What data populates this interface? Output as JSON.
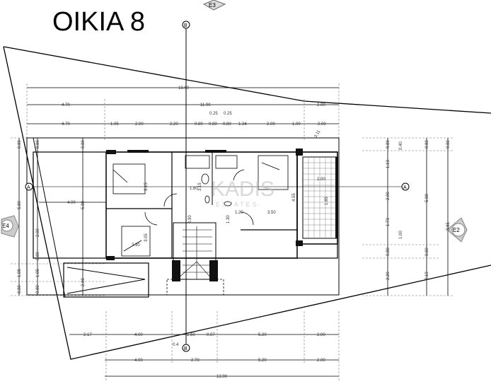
{
  "title": "OIKIA 8",
  "watermark": {
    "brand": "KADIS",
    "sub": "ESTATES"
  },
  "markers": {
    "e3": "E3",
    "e4": "E4",
    "e2": "E2",
    "a": "A",
    "b": "B"
  },
  "top_dims": {
    "overall": "18.60",
    "row2": [
      "4.70",
      "11.90",
      "2.00"
    ],
    "row3": [
      "4.70",
      "1.05",
      "2.00",
      "2.20",
      "0.80",
      "0.80",
      "0.80",
      "1.34",
      "2.00",
      "1.00",
      "2.00"
    ],
    "small": [
      "0.25",
      "0.25"
    ],
    "diag": "3.11"
  },
  "bottom_dims": {
    "row1": [
      "2.17",
      "4.00",
      "1.60",
      "0.07",
      "5.20",
      "2.00"
    ],
    "row2": [
      "4.00",
      "2.70",
      "5.20",
      "2.00"
    ],
    "overall": "13.90",
    "small": "0.4"
  },
  "right_dims": {
    "col1": [
      "0.80",
      "0.40",
      "1.13",
      "2.00",
      "1.73",
      "1.00",
      "0.80",
      "2.20"
    ],
    "col2": [
      "0.80",
      "5.88",
      "0.80",
      "2.19"
    ],
    "col3": [
      "0.80",
      "8.65"
    ]
  },
  "left_dims": {
    "col1": [
      "0.80",
      "5.80",
      "1.05",
      "0.80"
    ],
    "col2": [
      "0.80",
      "2.00",
      "0.80",
      "1.05",
      "0.80"
    ],
    "col3": [
      "0.80",
      "5.80",
      "2.08"
    ]
  },
  "interior_dims": [
    "4.00",
    "3.15",
    "1.80",
    "3.15",
    "3.50",
    "4.55",
    "2.00",
    "1.85",
    "3.05",
    "3.30",
    "0.90",
    "1.30",
    "1.20"
  ]
}
